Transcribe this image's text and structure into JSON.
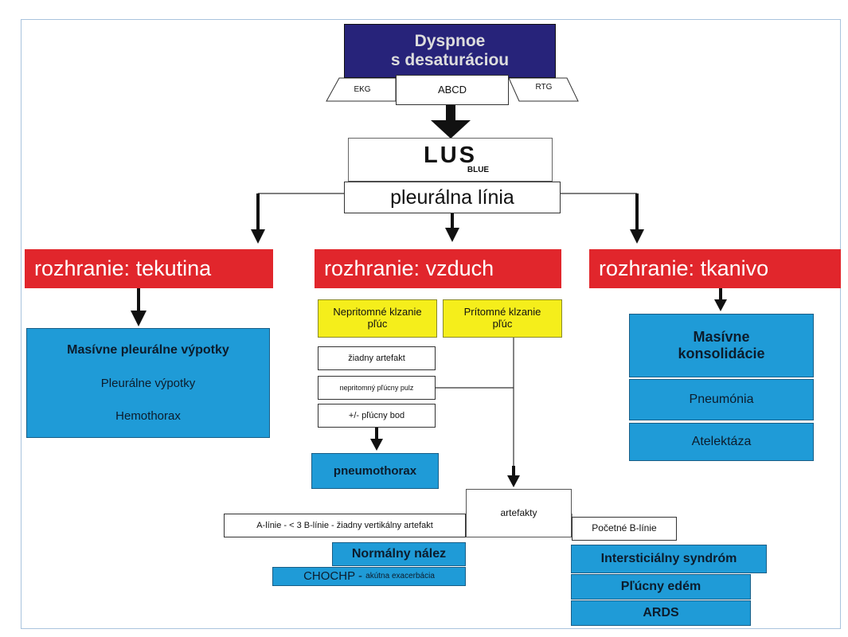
{
  "top": {
    "title_line1": "Dyspnoe",
    "title_line2": "s desaturáciou",
    "left_tab": "EKG",
    "center_tab": "ABCD",
    "right_tab": "RTG"
  },
  "lus": {
    "title": "LUS",
    "subtitle": "BLUE"
  },
  "pleural_line": "pleurálna línia",
  "branches": {
    "fluid": {
      "header": "rozhranie: tekutina",
      "items": [
        "Masívne pleurálne výpotky",
        "Pleurálne výpotky",
        "Hemothorax"
      ]
    },
    "air": {
      "header": "rozhranie: vzduch",
      "absent_sliding": "Nepritomné klzanie pľúc",
      "present_sliding": "Prítomné klzanie pľúc",
      "signs": [
        "žiadny artefakt",
        "nepritomný pľúcny pulz",
        "+/- pľúcny bod"
      ],
      "pneumothorax": "pneumothorax",
      "artifacts": "artefakty",
      "a_lines": "A-línie - < 3 B-línie - žiadny vertikálny artefakt",
      "normal": "Normálny nález",
      "copd_main": "CHOCHP - ",
      "copd_sub": "akútna exacerbácia",
      "b_lines": "Početné B-línie",
      "interstitial": [
        "Intersticiálny syndróm",
        "Pľúcny edém",
        "ARDS"
      ]
    },
    "tissue": {
      "header": "rozhranie: tkanivo",
      "items": [
        "Masívne konsolidácie",
        "Pneumónia",
        "Atelektáza"
      ]
    }
  }
}
